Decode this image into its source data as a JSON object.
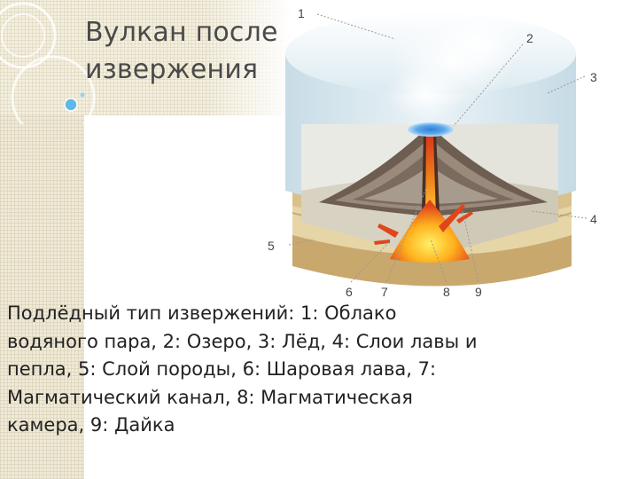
{
  "title": {
    "line1": "Вулкан после",
    "line2": "извержения"
  },
  "diagram": {
    "labels": [
      "1",
      "2",
      "3",
      "4",
      "5",
      "6",
      "7",
      "8",
      "9"
    ]
  },
  "caption": {
    "lines": [
      "Подлёдный тип извержений: 1: Облако",
      "водяного пара, 2: Озеро, 3: Лёд, 4: Слои лавы и",
      "пепла, 5: Слой породы, 6: Шаровая лава, 7:",
      "Магматический канал, 8: Магматическая",
      "камера, 9: Дайка"
    ]
  }
}
